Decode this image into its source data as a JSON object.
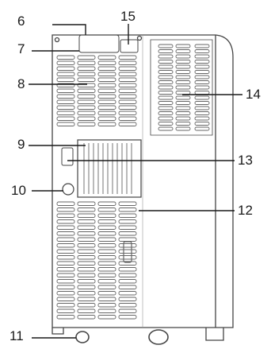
{
  "diagram": {
    "colors": {
      "outline": "#444444",
      "grille": "#666666",
      "leader": "#1a1a1a"
    },
    "callouts": [
      {
        "id": "6",
        "label": "6"
      },
      {
        "id": "7",
        "label": "7"
      },
      {
        "id": "8",
        "label": "8"
      },
      {
        "id": "9",
        "label": "9"
      },
      {
        "id": "10",
        "label": "10"
      },
      {
        "id": "11",
        "label": "11"
      },
      {
        "id": "12",
        "label": "12"
      },
      {
        "id": "13",
        "label": "13"
      },
      {
        "id": "14",
        "label": "14"
      },
      {
        "id": "15",
        "label": "15"
      }
    ]
  }
}
